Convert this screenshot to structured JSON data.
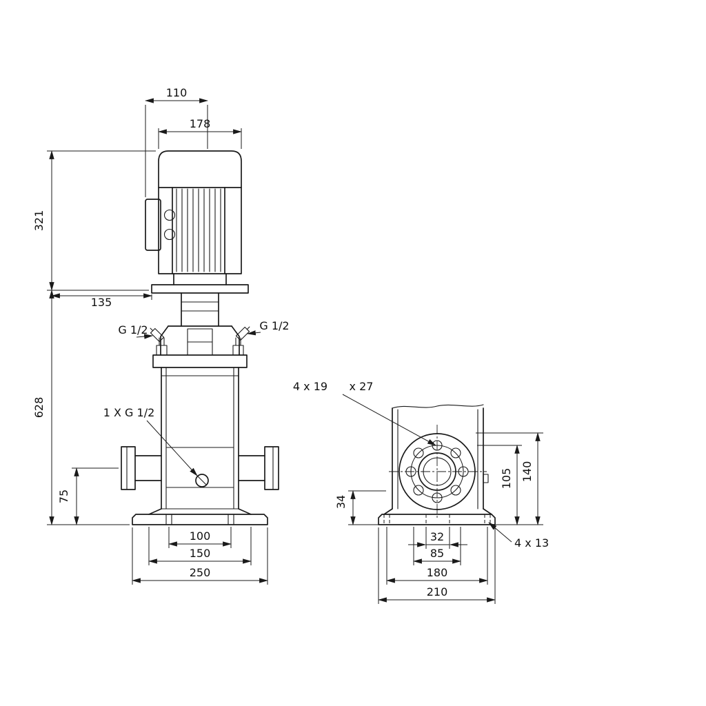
{
  "meta": {
    "type": "technical-dimensional-drawing",
    "subject": "vertical multistage pump with motor, front elevation and base side view",
    "line_color": "#1a1a1a",
    "background": "#ffffff"
  },
  "front_view": {
    "name": "pump front elevation",
    "dimensions": {
      "fan_width": "110",
      "motor_width": "178",
      "motor_height": "321",
      "head_offset": "135",
      "pump_height": "628",
      "port_height": "75",
      "port_left_thread": "G 1/2",
      "port_right_thread": "G 1/2",
      "drain_thread": "1 X G 1/2",
      "base_slot_span": "100",
      "foot_width": "150",
      "base_width": "250"
    }
  },
  "side_view": {
    "name": "base and port flange side view",
    "dimensions": {
      "flange_hole_spec": "4 x 19",
      "flange_hole_spec_2": "x 27",
      "base_height": "34",
      "port_axis_height": "105",
      "flange_top_height": "140",
      "slot_width": "32",
      "slot_outer": "85",
      "hole_span": "180",
      "base_width": "210",
      "base_hole_spec": "4 x 13"
    }
  }
}
